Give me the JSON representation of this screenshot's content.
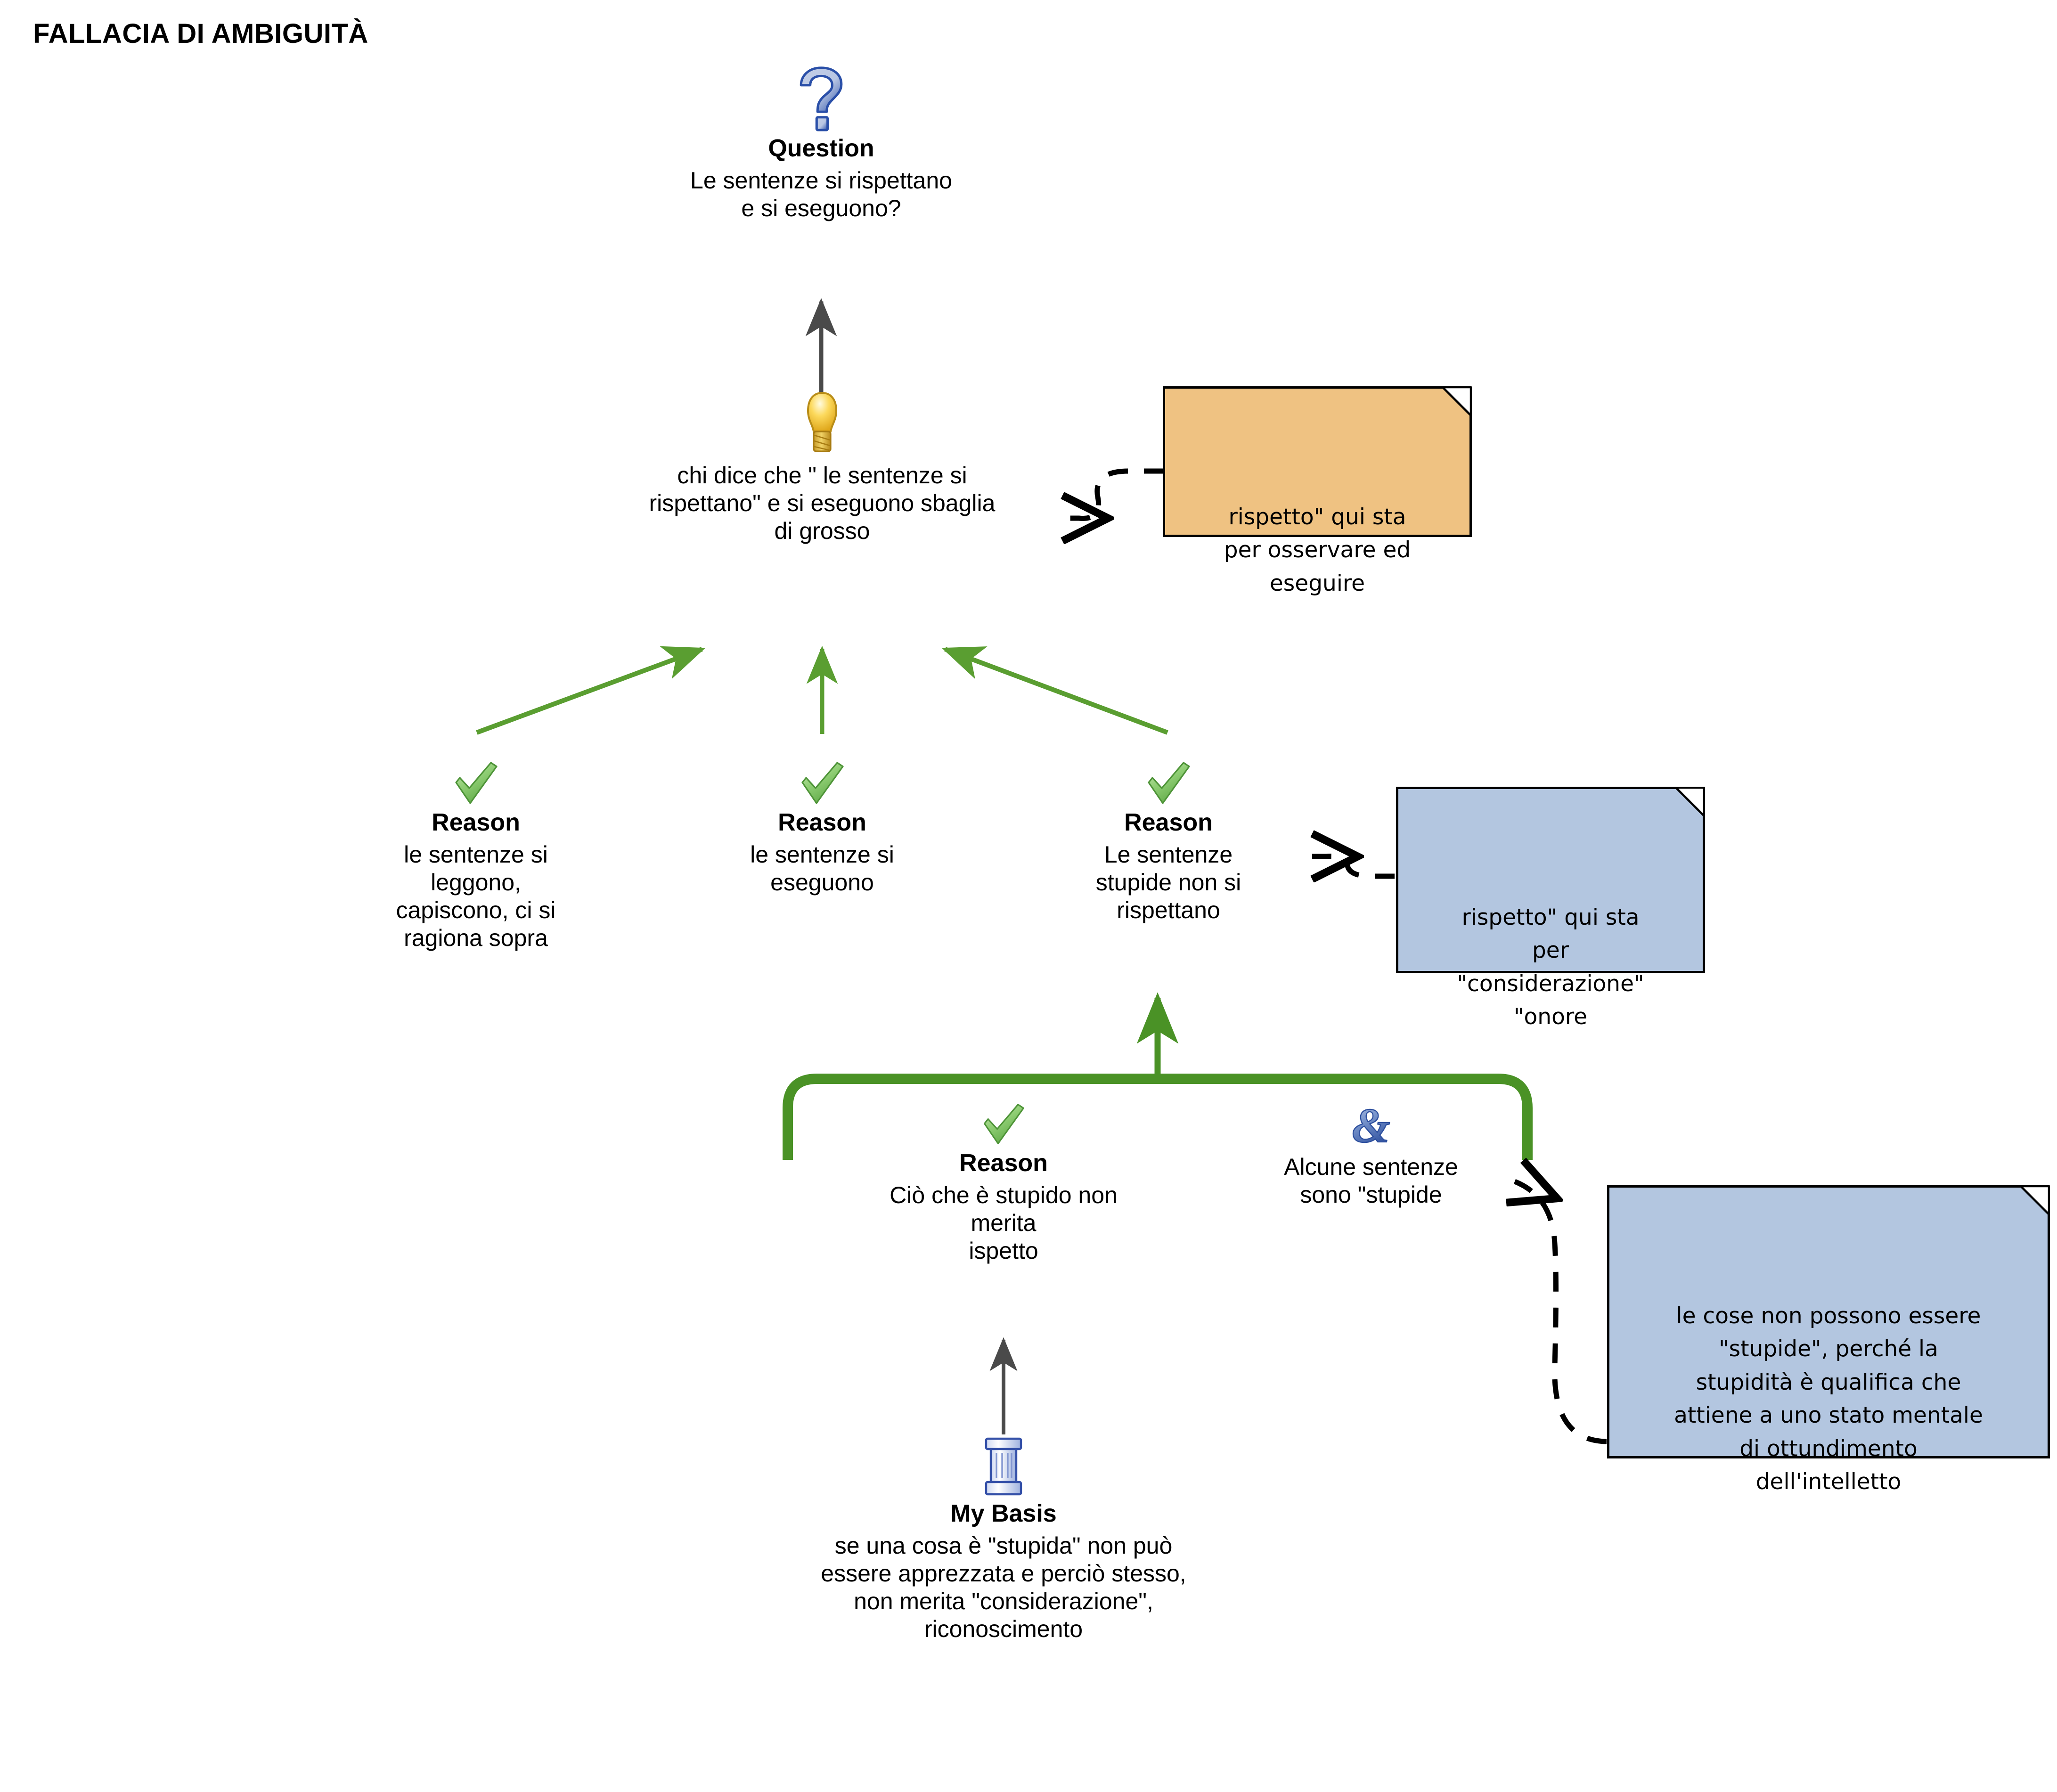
{
  "title": "FALLACIA DI AMBIGUITÀ",
  "colors": {
    "note_orange": "#efc282",
    "note_blue": "#b3c6e0",
    "reason_arrow_green": "#5a9e31",
    "bracket_green": "#4a9226",
    "claim_arrow_gray": "#4a4a4a",
    "dashed_connector": "#000000",
    "background": "#ffffff"
  },
  "nodes": {
    "question": {
      "icon": "question-mark-icon",
      "type_label": "Question",
      "text": "Le sentenze si rispettano\ne si eseguono?"
    },
    "claim": {
      "icon": "lightbulb-icon",
      "type_label": "",
      "text": "chi dice che \" le sentenze si\nrispettano\" e si eseguono sbaglia\ndi grosso"
    },
    "reason_1": {
      "icon": "green-check-icon",
      "type_label": "Reason",
      "text": "le sentenze si\nleggono,\ncapiscono, ci si\nragiona sopra"
    },
    "reason_2": {
      "icon": "green-check-icon",
      "type_label": "Reason",
      "text": "le sentenze si\neseguono"
    },
    "reason_3": {
      "icon": "green-check-icon",
      "type_label": "Reason",
      "text": "Le sentenze\nstupide non si\nrispettano"
    },
    "reason_4": {
      "icon": "green-check-icon",
      "type_label": "Reason",
      "text": "Ciò che è stupido non\nmerita\nispetto"
    },
    "co_premise": {
      "icon": "ampersand-icon",
      "type_label": "",
      "text": "Alcune sentenze\nsono \"stupide"
    },
    "my_basis": {
      "icon": "pillar-icon",
      "type_label": "My Basis",
      "text": "se una cosa è \"stupida\" non può\nessere apprezzata e perciò stesso,\nnon merita \"considerazione\",\nriconoscimento"
    }
  },
  "notes": {
    "note_1": {
      "color": "orange",
      "text": "rispetto\" qui sta\nper osservare ed\neseguire"
    },
    "note_2": {
      "color": "blue",
      "text": "rispetto\" qui sta\nper\n\"considerazione\"\n\"onore"
    },
    "note_3": {
      "color": "blue",
      "text": "le cose non possono essere\n\"stupide\", perché la\nstupidità è qualifica che\nattiene a uno stato mentale\ndi ottundimento\ndell'intelletto"
    }
  }
}
